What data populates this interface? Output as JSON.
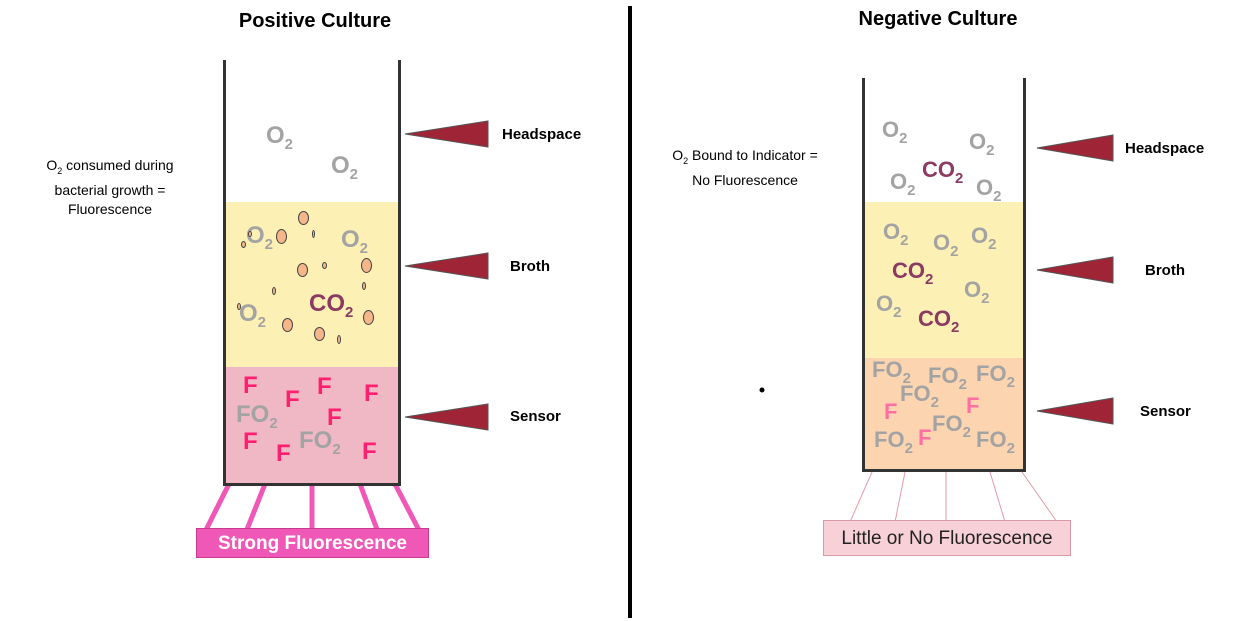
{
  "positive": {
    "title": "Positive Culture",
    "note_o": "O",
    "note_sub": "2",
    "note_line1": " consumed during",
    "note_line2": "bacterial growth =",
    "note_line3": "Fluorescence",
    "labels": {
      "headspace": "Headspace",
      "broth": "Broth",
      "sensor": "Sensor"
    },
    "banner": "Strong Fluorescence",
    "molecules": {
      "o": "O",
      "co": "CO",
      "fo": "FO",
      "f": "F",
      "sub": "2"
    }
  },
  "negative": {
    "title": "Negative Culture",
    "note_o": "O",
    "note_sub": "2",
    "note_line1": " Bound to Indicator =",
    "note_line2": "No Fluorescence",
    "labels": {
      "headspace": "Headspace",
      "broth": "Broth",
      "sensor": "Sensor"
    },
    "banner": "Little or No Fluorescence"
  },
  "colors": {
    "broth": "#fdf0b4",
    "sensor_positive": "#f0b8c4",
    "sensor_negative": "#fcd5b0",
    "pointer": "#9e2436",
    "banner_strong": "#f058b8",
    "banner_weak": "#f7d0d8",
    "ray_strong": "#f058b8",
    "ray_weak": "#e89aa8"
  },
  "icons": [
    "pointer-triangle-icon",
    "bubble-icon"
  ]
}
